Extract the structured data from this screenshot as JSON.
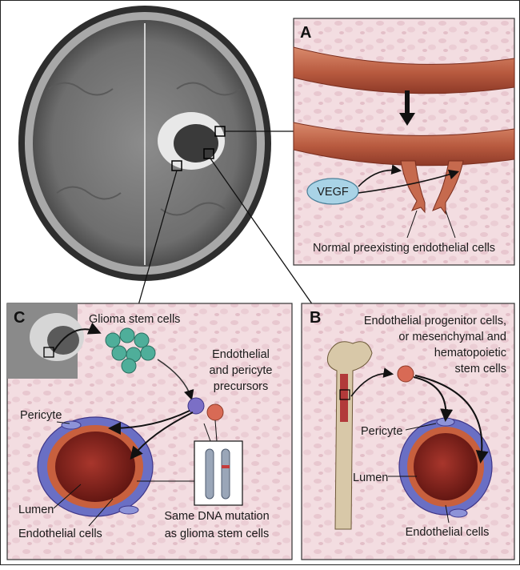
{
  "panel_a": {
    "letter": "A",
    "vegf": "VEGF",
    "caption": "Normal preexisting endothelial cells"
  },
  "panel_b": {
    "letter": "B",
    "caption_lines": [
      "Endothelial progenitor cells,",
      "or mesenchymal and",
      "hematopoietic",
      "stem cells"
    ],
    "pericyte": "Pericyte",
    "lumen": "Lumen",
    "endothelial": "Endothelial cells"
  },
  "panel_c": {
    "letter": "C",
    "glioma": "Glioma stem cells",
    "precursor_lines": [
      "Endothelial",
      "and pericyte",
      "precursors"
    ],
    "pericyte": "Pericyte",
    "lumen": "Lumen",
    "endothelial": "Endothelial cells",
    "mutation_lines": [
      "Same DNA mutation",
      "as glioma stem cells"
    ]
  },
  "colors": {
    "panel_bg": "#f2d9de",
    "vessel": "#b85a3f",
    "vessel_dark": "#8e3a28",
    "vegf_fill": "#a9d3e6",
    "pericyte": "#6a6fc4",
    "stem_cell": "#4fae9a"
  }
}
